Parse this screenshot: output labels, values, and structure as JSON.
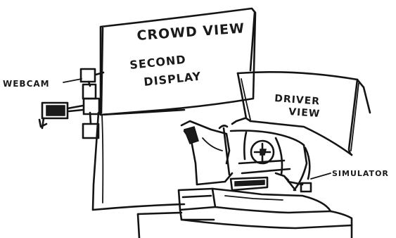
{
  "labels": {
    "crowd_view": "CROWD VIEW",
    "second_display_line1": "SECOND",
    "second_display_line2": "DISPLAY",
    "driver_view_line1": "DRIVER",
    "driver_view_line2": "VIEW",
    "webcam": "WEBCAM",
    "simulator": "SIMULATOR"
  }
}
